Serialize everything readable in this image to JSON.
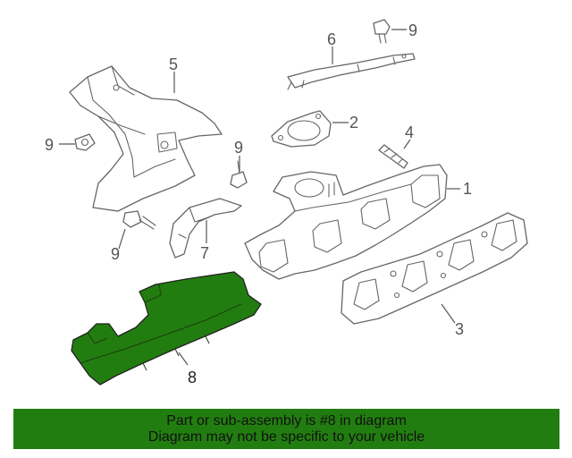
{
  "callouts": {
    "c1": "1",
    "c2": "2",
    "c3": "3",
    "c4": "4",
    "c5": "5",
    "c6": "6",
    "c7": "7",
    "c8": "8",
    "c9a": "9",
    "c9b": "9",
    "c9c": "9",
    "c9d": "9"
  },
  "highlight_color": "#227d10",
  "footer": {
    "line1": "Part or sub-assembly is #8 in diagram",
    "line2": "Diagram may not be specific to your vehicle"
  }
}
